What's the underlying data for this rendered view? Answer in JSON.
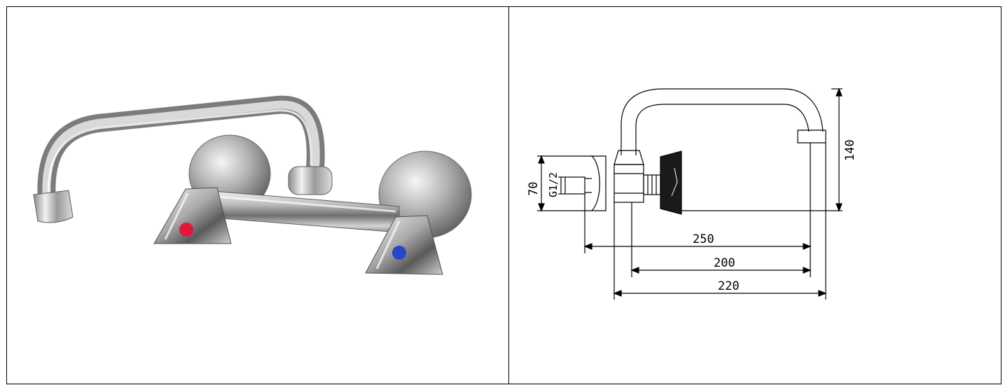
{
  "drawing": {
    "dimensions": {
      "height_140": "140",
      "height_70": "70",
      "thread": "G1/2",
      "reach_250": "250",
      "reach_200": "200",
      "reach_220": "220"
    }
  },
  "photo": {
    "hot_indicator_color": "#e0193a",
    "cold_indicator_color": "#2a45c8"
  }
}
